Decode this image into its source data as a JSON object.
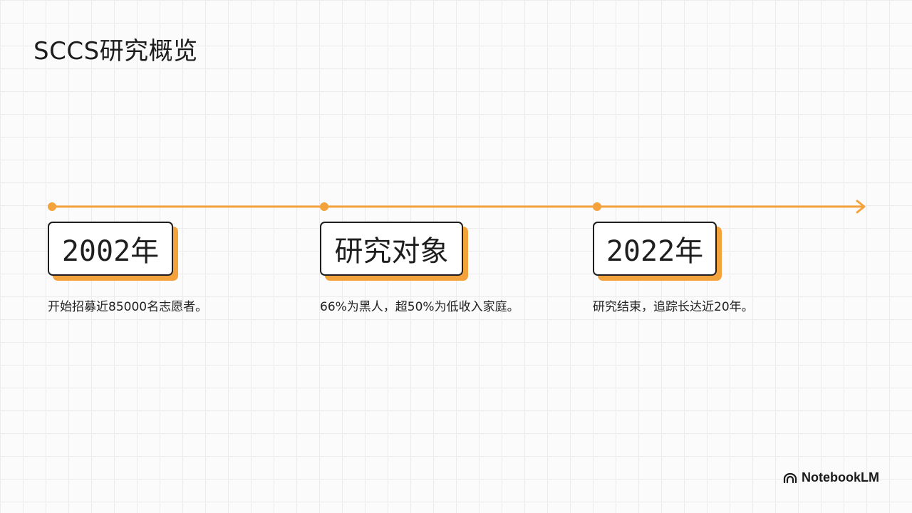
{
  "title": "SCCS研究概览",
  "timeline": {
    "accent_color": "#f4a23c",
    "events": [
      {
        "label": "2002年",
        "description": "开始招募近85000名志愿者。"
      },
      {
        "label": "研究对象",
        "description": "66%为黑人，超50%为低收入家庭。"
      },
      {
        "label": "2022年",
        "description": "研究结束，追踪长达近20年。"
      }
    ]
  },
  "brand": {
    "name": "NotebookLM",
    "icon": "notebooklm-logo-icon"
  }
}
